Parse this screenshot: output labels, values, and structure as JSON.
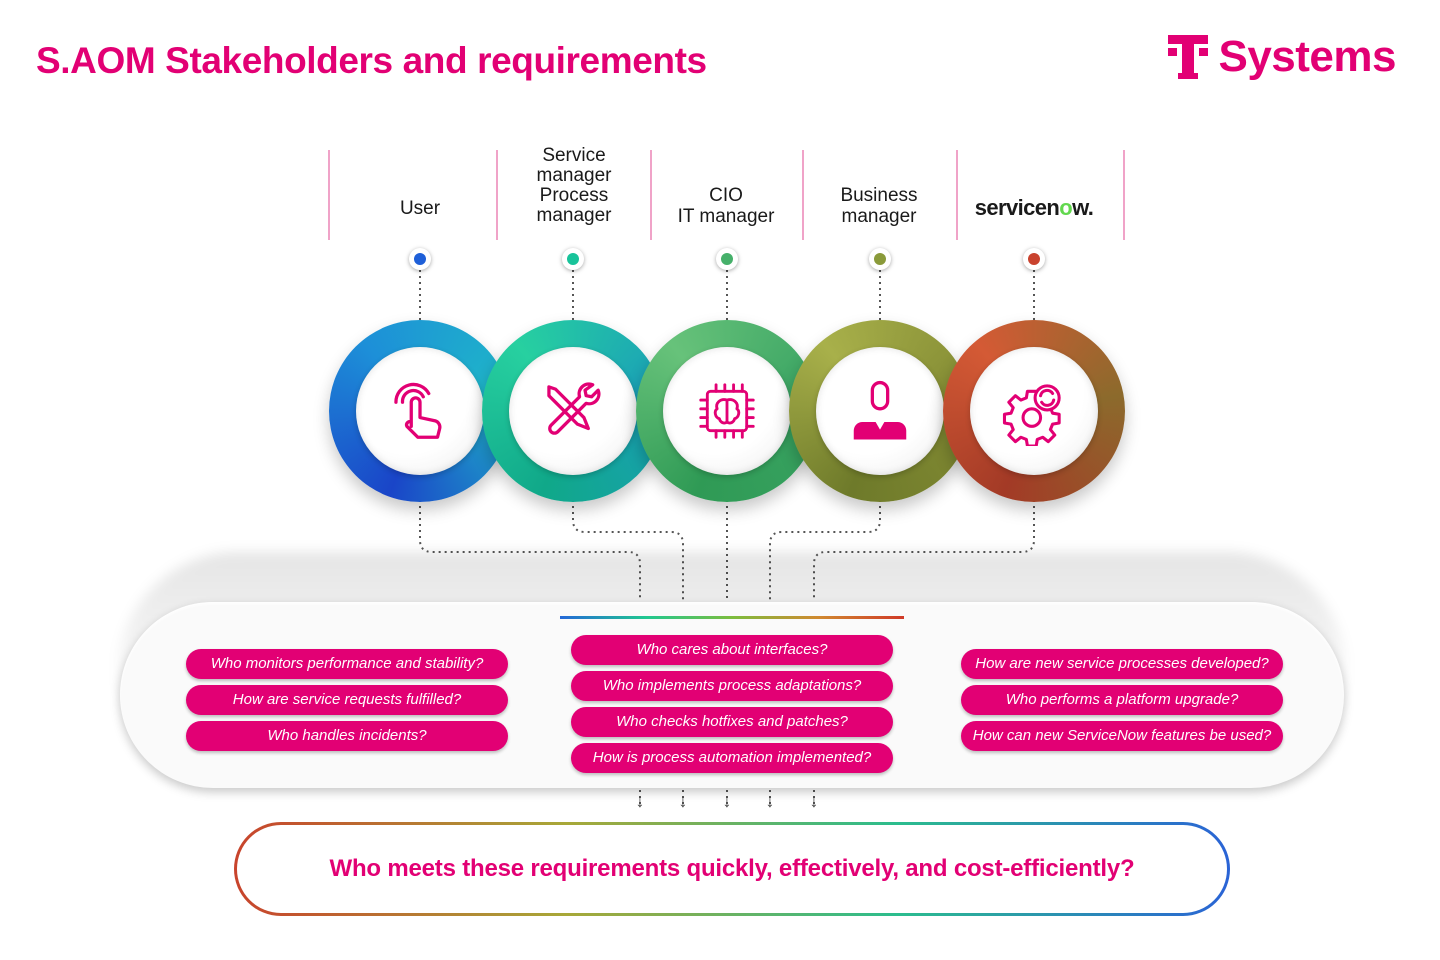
{
  "header": {
    "title": "S.AOM Stakeholders and requirements",
    "brand_word": "Systems",
    "brand_symbol": "T",
    "brand_color": "#e20074"
  },
  "stakeholders": [
    {
      "label": "User",
      "dot_color": "#1e5fd8",
      "icon": "touch-hand-icon"
    },
    {
      "label": "Service\nmanager\nProcess\nmanager",
      "dot_color": "#18c39a",
      "icon": "wrench-screwdriver-icon"
    },
    {
      "label": "CIO\nIT manager",
      "dot_color": "#46b06a",
      "icon": "brain-chip-icon"
    },
    {
      "label": "Business\nmanager",
      "dot_color": "#8a9a3a",
      "icon": "business-person-icon"
    },
    {
      "label_main": "servicen",
      "label_o": "o",
      "label_tail": "w.",
      "dot_color": "#c9432e",
      "icon": "gear-refresh-icon"
    }
  ],
  "questions": {
    "left": [
      "Who monitors performance and stability?",
      "How are service requests fulfilled?",
      "Who handles incidents?"
    ],
    "center": [
      "Who cares about interfaces?",
      "Who implements process adaptations?",
      "Who checks hotfixes and patches?",
      "How is process automation implemented?"
    ],
    "right": [
      "How are new service processes developed?",
      "Who performs a platform upgrade?",
      "How can new ServiceNow features be used?"
    ]
  },
  "conclusion": "Who meets these requirements quickly, effectively, and cost-efficiently?"
}
